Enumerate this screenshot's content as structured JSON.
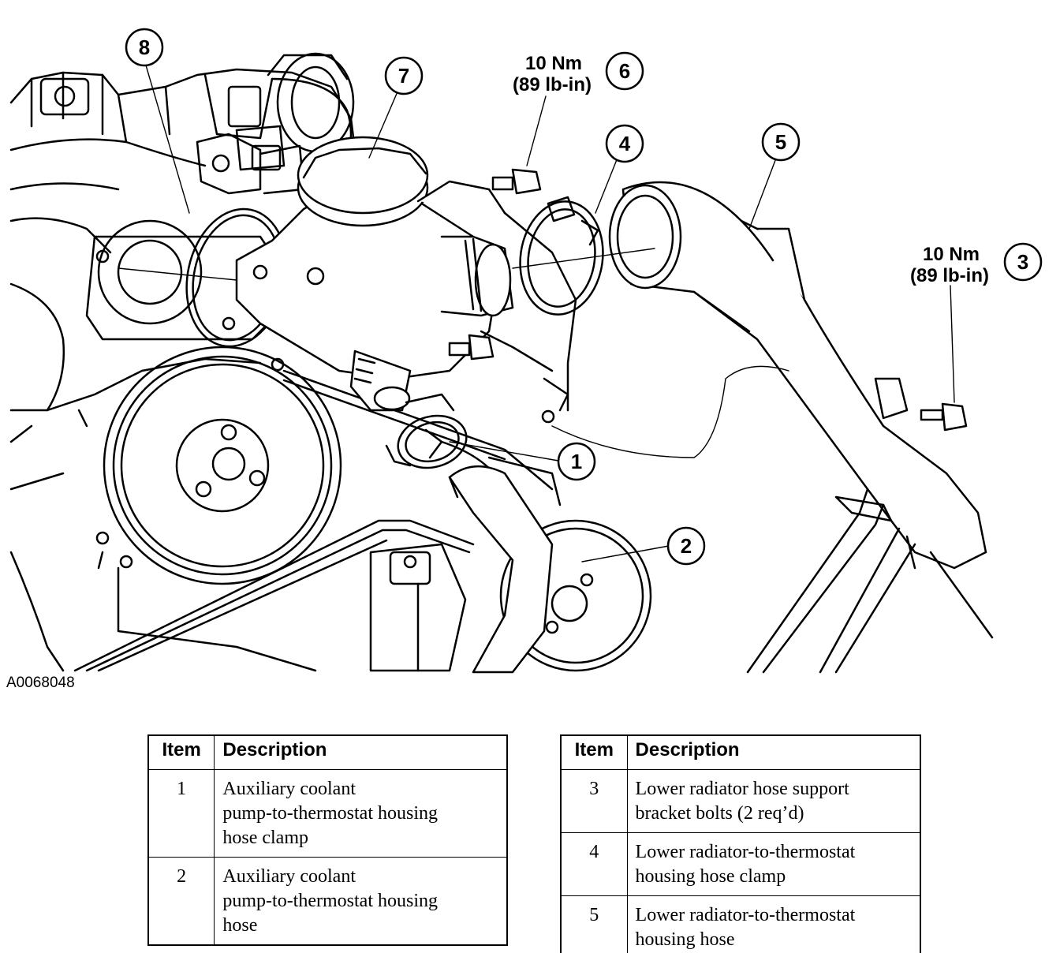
{
  "figure": {
    "figure_id": "A0068048",
    "callouts": [
      {
        "num": "1"
      },
      {
        "num": "2"
      },
      {
        "num": "3"
      },
      {
        "num": "4"
      },
      {
        "num": "5"
      },
      {
        "num": "6"
      },
      {
        "num": "7"
      },
      {
        "num": "8"
      }
    ],
    "torque_6": {
      "line1": "10 Nm",
      "line2": "(89 lb-in)"
    },
    "torque_3": {
      "line1": "10 Nm",
      "line2": "(89 lb-in)"
    }
  },
  "legend_left": {
    "header": {
      "item": "Item",
      "description": "Description"
    },
    "rows": [
      {
        "item": "1",
        "lines": [
          "Auxiliary coolant",
          "pump-to-thermostat housing",
          "hose clamp"
        ]
      },
      {
        "item": "2",
        "lines": [
          "Auxiliary coolant",
          "pump-to-thermostat housing",
          "hose"
        ]
      }
    ]
  },
  "legend_right": {
    "header": {
      "item": "Item",
      "description": "Description"
    },
    "rows": [
      {
        "item": "3",
        "lines": [
          "Lower radiator hose support",
          "bracket bolts (2 req’d)"
        ]
      },
      {
        "item": "4",
        "lines": [
          "Lower radiator-to-thermostat",
          "housing hose clamp"
        ]
      },
      {
        "item": "5",
        "lines": [
          "Lower radiator-to-thermostat",
          "housing hose"
        ]
      }
    ]
  }
}
